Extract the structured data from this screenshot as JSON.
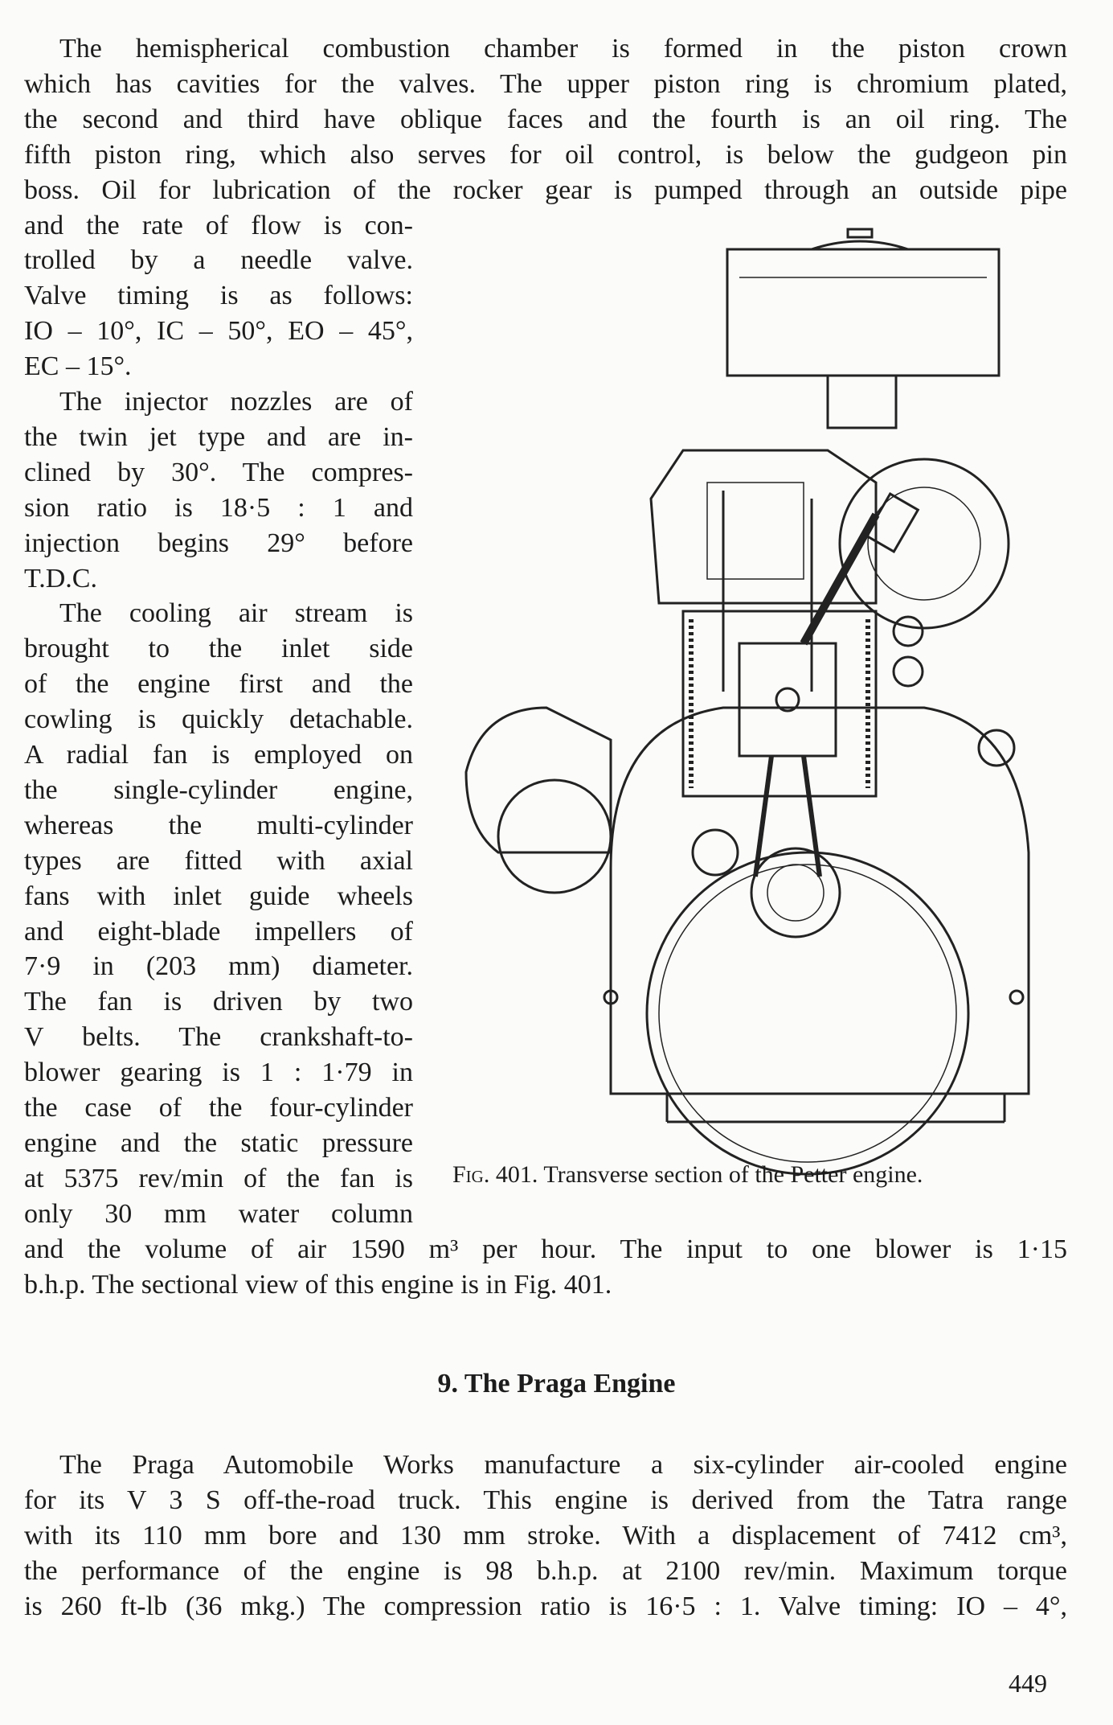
{
  "top_lines": [
    "The hemispherical combustion chamber is formed in the piston crown",
    "which has cavities for the valves. The upper piston ring is chromium plated,",
    "the second and third have oblique faces and the fourth is an oil ring. The",
    "fifth piston ring, which also serves for oil control, is below the gudgeon pin",
    "boss. Oil for lubrication of the rocker gear is pumped through an outside pipe"
  ],
  "column_lines": [
    "and the rate of flow is con-",
    "trolled by a needle valve.",
    "Valve timing is as follows:",
    "IO – 10°, IC – 50°, EO – 45°,",
    "EC – 15°.",
    "The injector nozzles are of",
    "the twin jet type and are in-",
    "clined by 30°. The compres-",
    "sion ratio is 18·5 : 1 and",
    "injection begins 29° before",
    "T.D.C.",
    "The cooling air stream is",
    "brought to the inlet side",
    "of the engine first and the",
    "cowling is quickly detachable.",
    "A radial fan is employed on",
    "the single-cylinder engine,",
    "whereas the multi-cylinder",
    "types are fitted with axial",
    "fans with inlet guide wheels",
    "and eight-blade impellers of",
    "7·9 in (203 mm) diameter.",
    "The fan is driven by two",
    "V belts. The crankshaft-to-",
    "blower gearing is 1 : 1·79 in",
    "the case of the four-cylinder",
    "engine and the static pressure",
    "at 5375 rev/min of the fan is",
    "only 30 mm water column"
  ],
  "after_lines": [
    "and the volume of air 1590 m³ per hour. The input to one blower is 1·15",
    "b.h.p. The sectional view of this engine is in Fig. 401."
  ],
  "figure": {
    "caption_prefix": "Fig. 401.",
    "caption_text": "Transverse section of the Petter engine."
  },
  "section_heading": "9. The Praga Engine",
  "praga_lines": [
    "The Praga Automobile Works manufacture a six-cylinder air-cooled engine",
    "for its V 3 S off-the-road truck. This engine is derived from the Tatra range",
    "with its 110 mm bore and 130 mm stroke. With a displacement of 7412 cm³,",
    "the performance of the engine is 98 b.h.p. at 2100 rev/min. Maximum torque",
    "is 260 ft-lb (36 mkg.) The compression ratio is 16·5 : 1. Valve timing: IO – 4°,"
  ],
  "page_number": "449"
}
